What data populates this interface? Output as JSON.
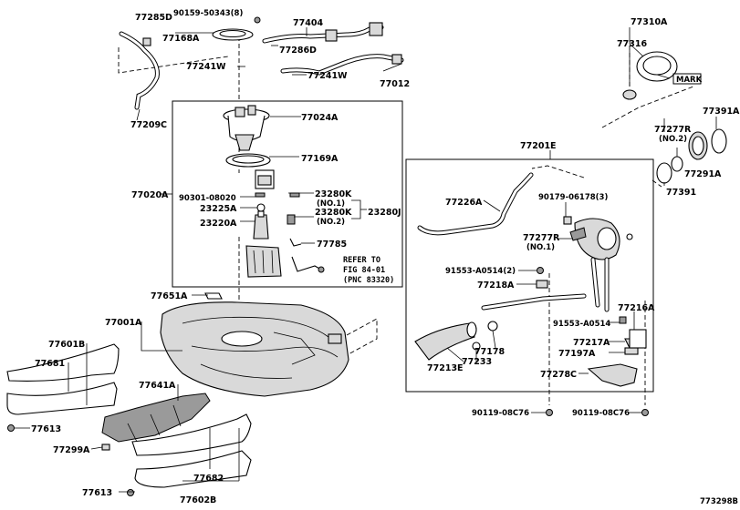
{
  "labels": {
    "p77285D": "77285D",
    "p90159": "90159-50343(8)",
    "p77404": "77404",
    "p77168A": "77168A",
    "p77286D": "77286D",
    "p77241W_1": "77241W",
    "p77241W_2": "77241W",
    "p77012": "77012",
    "p77209C": "77209C",
    "p77024A": "77024A",
    "p77169A": "77169A",
    "p77020A": "77020A",
    "p90301": "90301-08020",
    "p23280K_1": "23280K",
    "p23280K_1_sub": "(NO.1)",
    "p23225A": "23225A",
    "p23280K_2": "23280K",
    "p23280K_2_sub": "(NO.2)",
    "p23280J": "23280J",
    "p23220A": "23220A",
    "p77785": "77785",
    "refer_1": "REFER TO",
    "refer_2": "FIG 84-01",
    "refer_3": "(PNC 83320)",
    "p77310A": "77310A",
    "p77316": "77316",
    "mark": "MARK",
    "p77391A": "77391A",
    "p77277R_top": "77277R",
    "p77277R_top_sub": "(NO.2)",
    "p77291A": "77291A",
    "p77391": "77391",
    "p77201E": "77201E",
    "p77226A": "77226A",
    "p90179": "90179-06178(3)",
    "p77277R_mid": "77277R",
    "p77277R_mid_sub": "(NO.1)",
    "p91553_2": "91553-A0514(2)",
    "p77218A": "77218A",
    "p77216A": "77216A",
    "p91553": "91553-A0514",
    "p77178": "77178",
    "p77217A": "77217A",
    "p77197A": "77197A",
    "p77213E": "77213E",
    "p77233": "77233",
    "p77278C": "77278C",
    "p90119_1": "90119-08C76",
    "p90119_2": "90119-08C76",
    "p77651A": "77651A",
    "p77001A": "77001A",
    "p77601B": "77601B",
    "p77681": "77681",
    "p77613_1": "77613",
    "p77641A": "77641A",
    "p77299A": "77299A",
    "p77613_2": "77613",
    "p77682": "77682",
    "p77602B": "77602B",
    "figure_id": "773298B"
  }
}
